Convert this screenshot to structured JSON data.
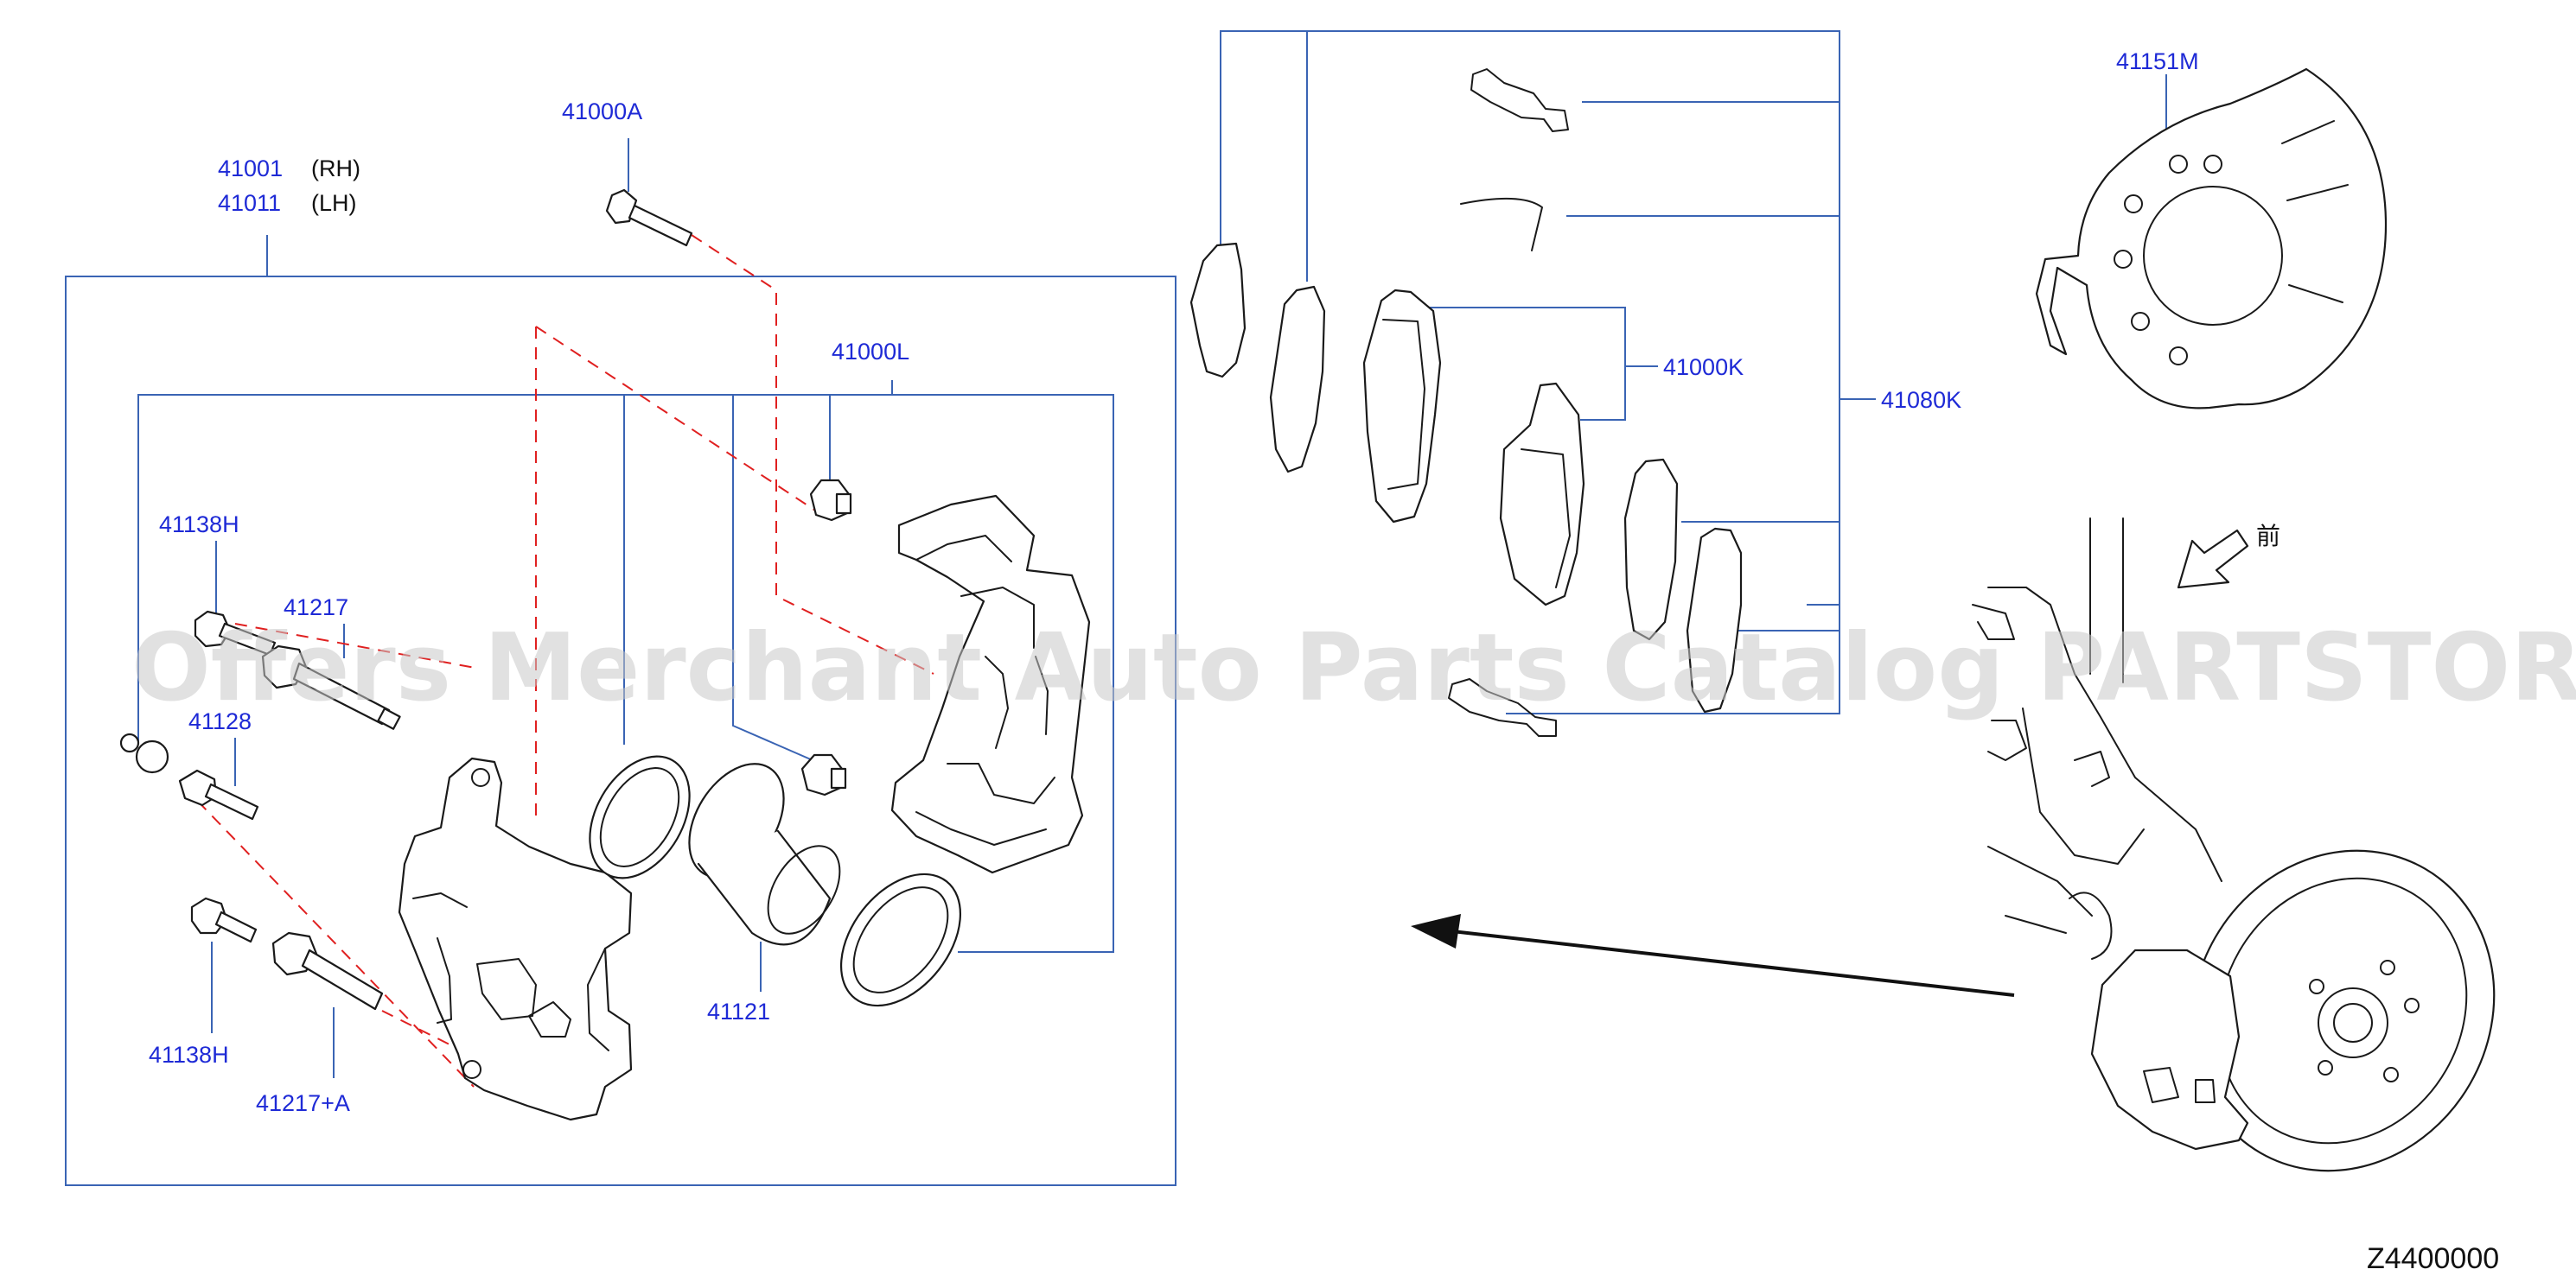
{
  "diagram": {
    "code": "Z4400000",
    "watermark": "Offers Merchant Auto Parts Catalog PARTSTORE.SA",
    "front_mark": "前",
    "labels": {
      "p41001": "41001",
      "p41001_side": "(RH)",
      "p41011": "41011",
      "p41011_side": "(LH)",
      "p41000A": "41000A",
      "p41000L": "41000L",
      "p41138H_top": "41138H",
      "p41217": "41217",
      "p41128": "41128",
      "p41138H_bottom": "41138H",
      "p41217A": "41217+A",
      "p41121": "41121",
      "p41000K": "41000K",
      "p41080K": "41080K",
      "p41151M": "41151M"
    },
    "colors": {
      "label_blue": "#1e2ad6",
      "leader_blue": "#3a64b4",
      "dash_red": "#e02020",
      "line_black": "#1a1a1a"
    }
  }
}
